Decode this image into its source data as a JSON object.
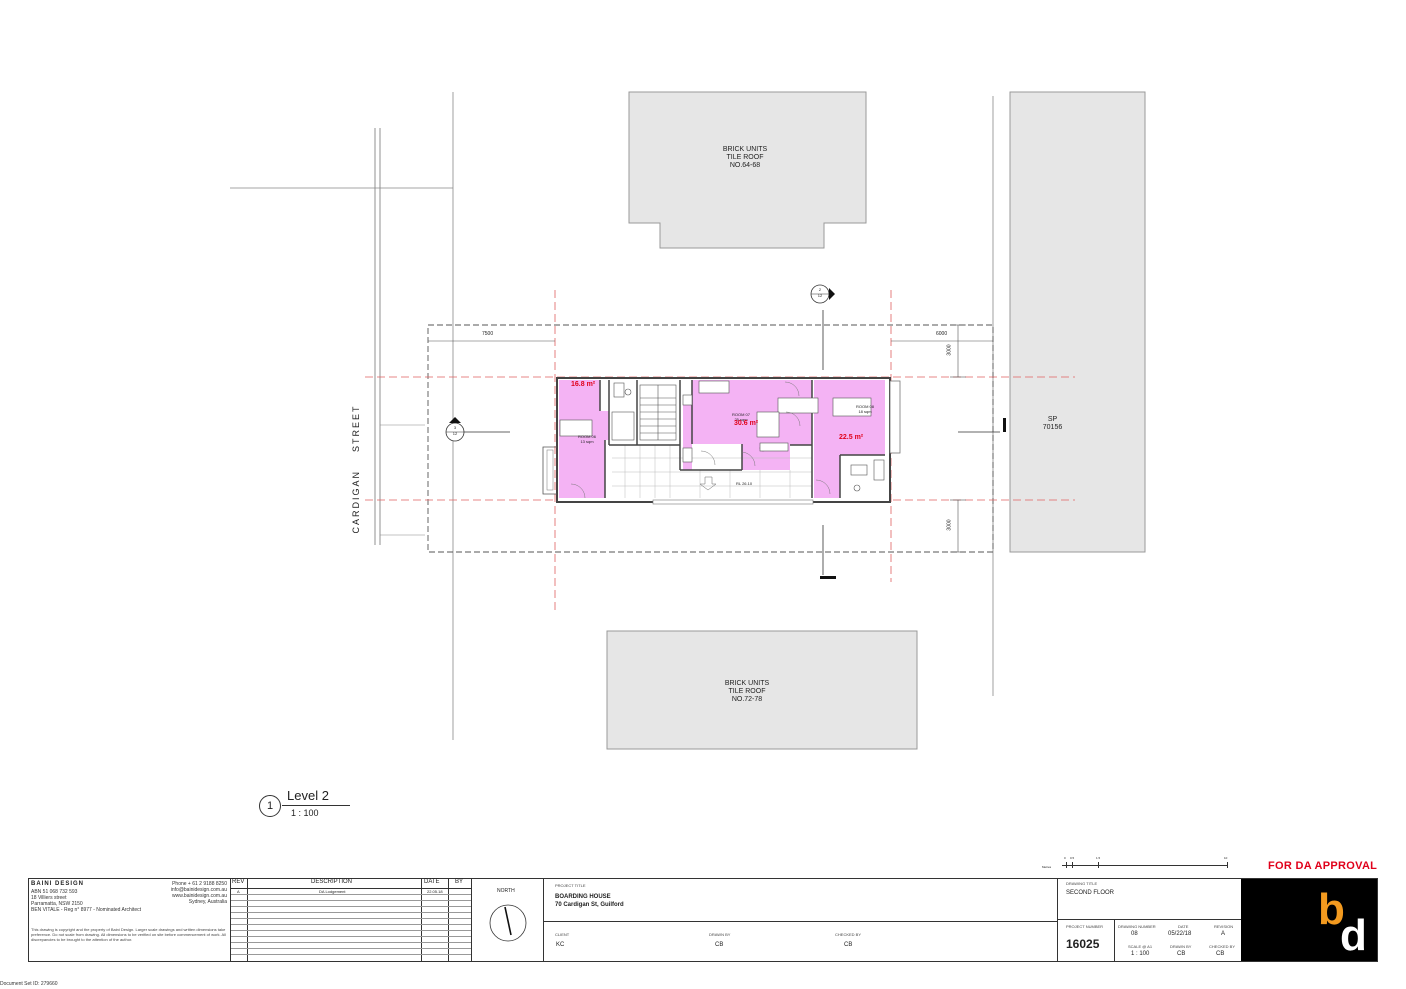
{
  "neighbours": {
    "north": {
      "l1": "BRICK UNITS",
      "l2": "TILE ROOF",
      "l3": "NO.64-68"
    },
    "south": {
      "l1": "BRICK UNITS",
      "l2": "TILE ROOF",
      "l3": "NO.72-78"
    },
    "east": {
      "l1": "SP",
      "l2": "70156"
    }
  },
  "street": "CARDIGAN    STREET",
  "dims": {
    "front": "7500",
    "rear": "6000",
    "side_top": "3000",
    "side_bottom": "3000"
  },
  "section_markers": {
    "north": {
      "num": "2",
      "sheet": "12"
    },
    "west": {
      "num": "3",
      "sheet": "12"
    }
  },
  "rooms": [
    {
      "name": "ROOM 06",
      "size": "13 sqm",
      "area": "16.8 m²"
    },
    {
      "name": "ROOM 07",
      "size": "25 sqm",
      "area": "30.6 m²"
    },
    {
      "name": "ROOM 08",
      "size": "18 sqm",
      "area": "22.5 m²"
    }
  ],
  "rl_label": "RL 26.10",
  "view": {
    "num": "1",
    "title": "Level 2",
    "scale": "1 : 100"
  },
  "colors": {
    "room_fill": "#f4b3f4",
    "area_text": "#e0001a",
    "approval": "#e0001a",
    "logo_orange": "#f39a1f",
    "neighbour_fill": "#e6e6e6"
  },
  "approval": "FOR DA APPROVAL",
  "firm": {
    "name": "BAINI DESIGN",
    "abn": "ABN 51 068 732 593",
    "addr1": "18 Villiers street",
    "addr2": "Parramatta, NSW 2150",
    "architect": "BEN VITALE - Reg n° 8977 - Nominated Architect",
    "phone": "Phone + 61 2 9188 8250",
    "email": "info@bainidesign.com.au",
    "web": "www.bainidesign.com.au",
    "city": "Sydney, Australia",
    "note": "This drawing is copyright and the property of Baini Design. Larger scale drawings and written dimensions take preference. Do not scale from drawing. All dimensions to be verified on site before commencement of work. All discrepancies to be brought to the attention of the author."
  },
  "rev_table": {
    "headers": [
      "REV",
      "DESCRIPTION",
      "DATE",
      "BY"
    ],
    "rows": [
      {
        "rev": "A",
        "desc": "DA Lodgement",
        "date": "22.05.18",
        "by": ""
      }
    ]
  },
  "north_label": "NORTH",
  "project": {
    "label_title": "PROJECT TITLE",
    "title": "BOARDING HOUSE",
    "address": "70 Cardigan St, Guilford",
    "label_client": "CLIENT",
    "client": "KC",
    "label_drawn": "DRAWN BY",
    "drawn": "CB",
    "label_checked": "CHECKED BY",
    "checked": "CB"
  },
  "drawing": {
    "label_title": "DRAWING TITLE",
    "title": "SECOND FLOOR",
    "label_project_no": "PROJECT NUMBER",
    "project_no": "16025",
    "label_no": "DRAWING NUMBER",
    "no": "08",
    "label_date": "DATE",
    "date": "05/22/18",
    "label_rev": "REVISION",
    "rev": "A",
    "label_scale": "SCALE @ A1",
    "scale": "1 : 100",
    "label_drawn": "DRAWN BY",
    "drawn": "CB",
    "label_checked": "CHECKED BY",
    "checked": "CB"
  },
  "scale_bar": {
    "unit": "Metres",
    "t0": "0",
    "t1": "0.5",
    "t2": "1.5",
    "t3": "10"
  },
  "logo": {
    "b": "b",
    "d": "d"
  },
  "doc_id": "Document Set ID: 279660"
}
